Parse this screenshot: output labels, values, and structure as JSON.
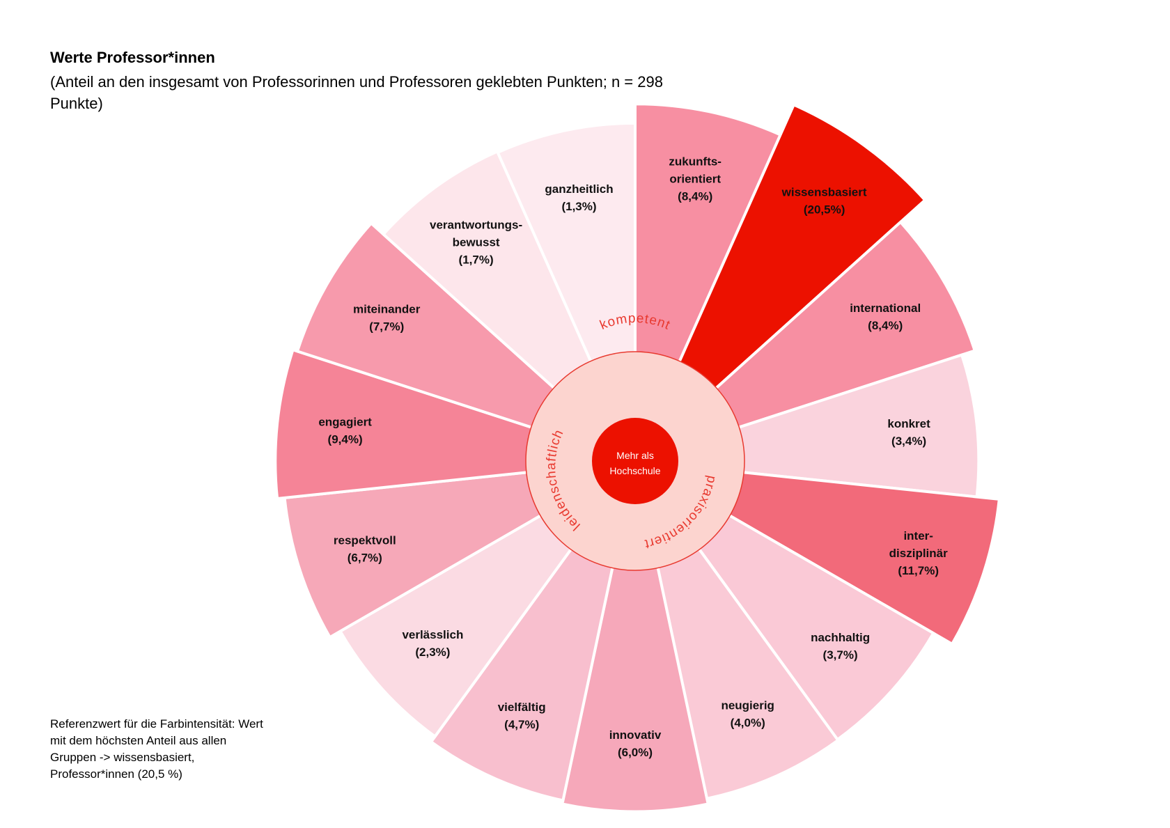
{
  "title": "Werte Professor*innen",
  "subtitle": "(Anteil an den insgesamt von Professorinnen und Professoren geklebten Punkten; n = 298 Punkte)",
  "footnote": "Referenzwert für die Farbintensität: Wert mit dem höchsten Anteil aus allen Gruppen -> wissensbasiert, Professor*innen (20,5 %)",
  "colors": {
    "accent": "#ec1100",
    "ring": "#fcd4cf",
    "ring_border": "#e8392f",
    "center": "#ec1100",
    "text_accent": "#e8392f"
  },
  "center_label": [
    "Mehr als",
    "Hochschule"
  ],
  "ring_labels": [
    "kompetent",
    "praxisorientiert",
    "leidenschaftlich"
  ],
  "chart_data": {
    "type": "pie",
    "segments": [
      {
        "label": [
          "zukunfts-",
          "orientiert"
        ],
        "value": 8.4,
        "value_label": "(8,4%)",
        "color": "#f78fa2"
      },
      {
        "label": [
          "wissensbasiert"
        ],
        "value": 20.5,
        "value_label": "(20,5%)",
        "color": "#ec1100"
      },
      {
        "label": [
          "international"
        ],
        "value": 8.4,
        "value_label": "(8,4%)",
        "color": "#f78fa2"
      },
      {
        "label": [
          "konkret"
        ],
        "value": 3.4,
        "value_label": "(3,4%)",
        "color": "#fad3dd"
      },
      {
        "label": [
          "inter-",
          "disziplinär"
        ],
        "value": 11.7,
        "value_label": "(11,7%)",
        "color": "#f26a7a"
      },
      {
        "label": [
          "nachhaltig"
        ],
        "value": 3.7,
        "value_label": "(3,7%)",
        "color": "#fac9d6"
      },
      {
        "label": [
          "neugierig"
        ],
        "value": 4.0,
        "value_label": "(4,0%)",
        "color": "#facad6"
      },
      {
        "label": [
          "innovativ"
        ],
        "value": 6.0,
        "value_label": "(6,0%)",
        "color": "#f6a8ba"
      },
      {
        "label": [
          "vielfältig"
        ],
        "value": 4.7,
        "value_label": "(4,7%)",
        "color": "#f8bfce"
      },
      {
        "label": [
          "verlässlich"
        ],
        "value": 2.3,
        "value_label": "(2,3%)",
        "color": "#fbdbe3"
      },
      {
        "label": [
          "respektvoll"
        ],
        "value": 6.7,
        "value_label": "(6,7%)",
        "color": "#f6a8b8"
      },
      {
        "label": [
          "engagiert"
        ],
        "value": 9.4,
        "value_label": "(9,4%)",
        "color": "#f58497"
      },
      {
        "label": [
          "miteinander"
        ],
        "value": 7.7,
        "value_label": "(7,7%)",
        "color": "#f79aac"
      },
      {
        "label": [
          "verantwortungs-",
          "bewusst"
        ],
        "value": 1.7,
        "value_label": "(1,7%)",
        "color": "#fde6eb"
      },
      {
        "label": [
          "ganzheitlich"
        ],
        "value": 1.3,
        "value_label": "(1,3%)",
        "color": "#fdeaef"
      }
    ]
  }
}
